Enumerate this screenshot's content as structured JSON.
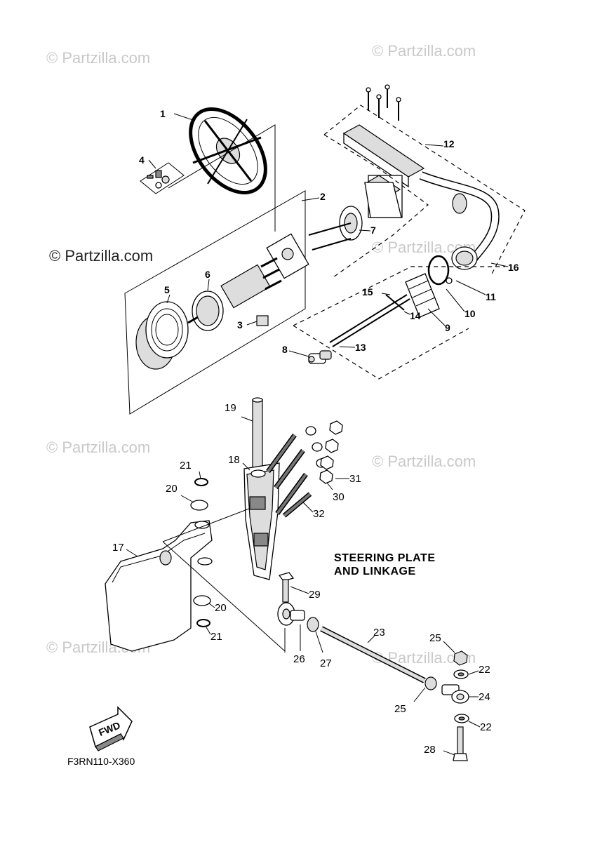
{
  "watermarks": {
    "text": "© Partzilla.com"
  },
  "title": {
    "line1": "STEERING PLATE",
    "line2": "AND LINKAGE"
  },
  "fwd_label": "FWD",
  "diagram_code": "F3RN110-X360",
  "callouts": {
    "c1": "1",
    "c2": "2",
    "c3": "3",
    "c4": "4",
    "c5": "5",
    "c6": "6",
    "c7": "7",
    "c8": "8",
    "c9": "9",
    "c10": "10",
    "c11": "11",
    "c12": "12",
    "c13": "13",
    "c14": "14",
    "c15": "15",
    "c16": "16",
    "c17": "17",
    "c18": "18",
    "c19": "19",
    "c20a": "20",
    "c20b": "20",
    "c21a": "21",
    "c21b": "21",
    "c22a": "22",
    "c22b": "22",
    "c23": "23",
    "c24": "24",
    "c25a": "25",
    "c25b": "25",
    "c26": "26",
    "c27": "27",
    "c28": "28",
    "c29": "29",
    "c30": "30",
    "c31": "31",
    "c32": "32"
  }
}
